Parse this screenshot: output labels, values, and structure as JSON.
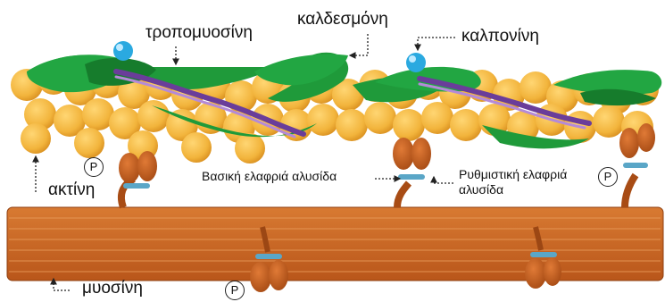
{
  "labels": {
    "tropomyosin": "τροπομυοσίνη",
    "caldesmon": "καλδεσμόνη",
    "calponin": "καλπονίνη",
    "actin": "ακτίνη",
    "myosin": "μυοσίνη",
    "essential_light_chain": "Βασική ελαφριά αλυσίδα",
    "regulatory_light_chain_line1": "Ρυθμιστική ελαφριά",
    "regulatory_light_chain_line2": "αλυσίδα",
    "phosphate": "P"
  },
  "colors": {
    "actin_bead": "#f2b43c",
    "actin_bead_shadow": "#d98f1f",
    "caldesmon": "#1f9a3a",
    "tropomyosin": "#6a3d9a",
    "calponin": "#2aa9e0",
    "myosin": "#c8621f",
    "myosin_dark": "#9c4714"
  }
}
